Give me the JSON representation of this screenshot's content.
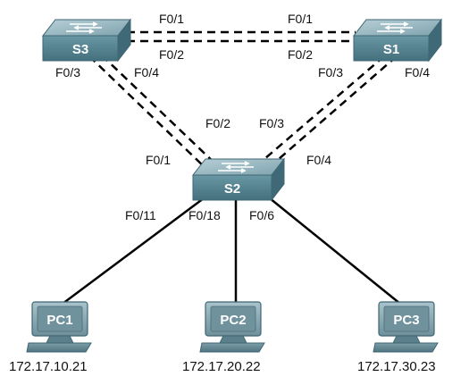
{
  "colors": {
    "switch_top": "#8fb0ba",
    "switch_side": "#4e7a88",
    "switch_front": "#5f8d9a",
    "pc_screen": "#8aa7b1",
    "link": "#000000"
  },
  "switches": {
    "s3": {
      "label": "S3",
      "icon": "switch-icon"
    },
    "s1": {
      "label": "S1",
      "icon": "switch-icon"
    },
    "s2": {
      "label": "S2",
      "icon": "switch-icon"
    }
  },
  "pcs": {
    "pc1": {
      "label": "PC1",
      "ip": "172.17.10.21",
      "icon": "pc-icon"
    },
    "pc2": {
      "label": "PC2",
      "ip": "172.17.20.22",
      "icon": "pc-icon"
    },
    "pc3": {
      "label": "PC3",
      "ip": "172.17.30.23",
      "icon": "pc-icon"
    }
  },
  "ports": {
    "s3_f01": "F0/1",
    "s3_f02": "F0/2",
    "s1_f01": "F0/1",
    "s1_f02": "F0/2",
    "s3_f03": "F0/3",
    "s3_f04": "F0/4",
    "s1_f03": "F0/3",
    "s1_f04": "F0/4",
    "s2_f01": "F0/1",
    "s2_f02": "F0/2",
    "s2_f03": "F0/3",
    "s2_f04": "F0/4",
    "s2_f011": "F0/11",
    "s2_f018": "F0/18",
    "s2_f06": "F0/6"
  }
}
